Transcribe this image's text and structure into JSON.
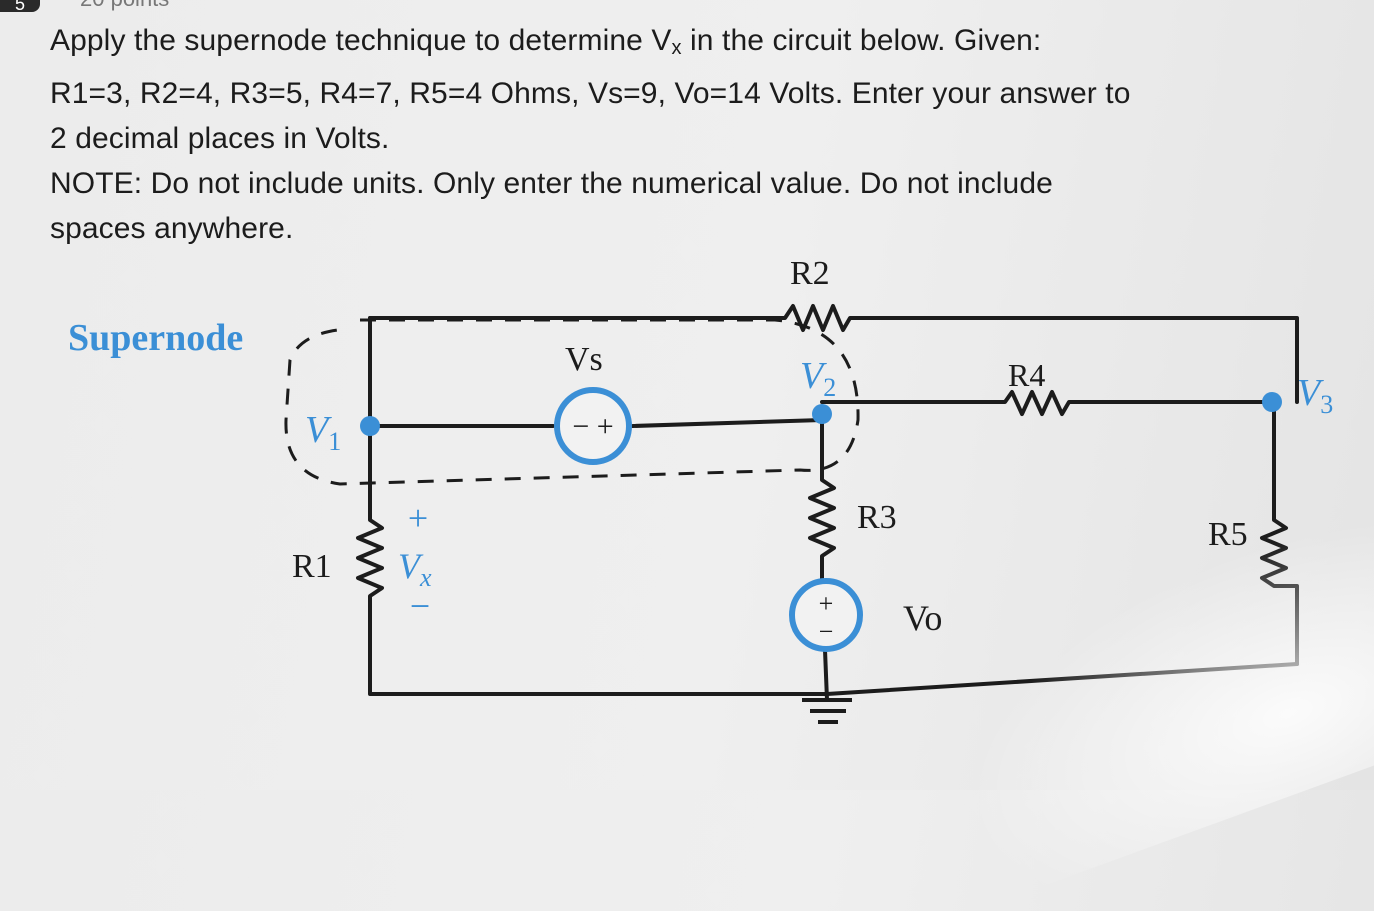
{
  "question": {
    "number": "5",
    "points": "20 points",
    "line1_prefix": "Apply the supernode technique to determine V",
    "line1_sub": "x",
    "line1_suffix": " in the circuit below. Given:",
    "line2": "R1=3, R2=4, R3=5, R4=7, R5=4  Ohms, Vs=9, Vo=14 Volts. Enter your answer to",
    "line3": "2 decimal places in Volts.",
    "line4": "NOTE: Do not include units. Only enter the numerical value.  Do not include",
    "line5": "spaces anywhere."
  },
  "circuit": {
    "supernode_label": "Supernode",
    "r1": "R1",
    "r2": "R2",
    "r3": "R3",
    "r4": "R4",
    "r5": "R5",
    "vs": "Vs",
    "vo": "Vo",
    "v1": "V",
    "v1_sub": "1",
    "v2": "V",
    "v2_sub": "2",
    "v3": "V",
    "v3_sub": "3",
    "vx": "V",
    "vx_sub": "x",
    "plus": "+",
    "minus": "−",
    "vs_symbol": "− +",
    "accent_color": "#3b8fd6",
    "wire_color": "#1c1c1c"
  }
}
